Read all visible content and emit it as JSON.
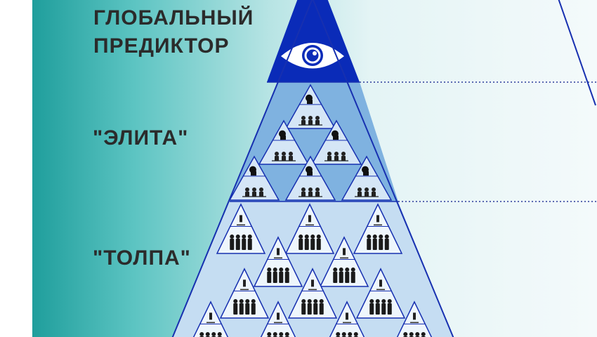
{
  "diagram": {
    "levels": [
      {
        "id": "predictor",
        "label_lines": [
          "ГЛОБАЛЬНЫЙ",
          "ПРЕДИКТОР"
        ],
        "icon": "eye-icon"
      },
      {
        "id": "elite",
        "label": "\"ЭЛИТА\"",
        "icon": "small-pyramid-icon"
      },
      {
        "id": "crowd",
        "label": "\"ТОЛПА\"",
        "icon": "people-group-icon"
      }
    ],
    "colors": {
      "background_left": "#1f9e9c",
      "background_right": "#f4fafb",
      "apex": "#0a2bb8",
      "elite_band": "#7fb2e0",
      "crowd_band": "#c5ddf2",
      "outline": "#1730b0",
      "label_text": "#2b2b2b"
    }
  }
}
